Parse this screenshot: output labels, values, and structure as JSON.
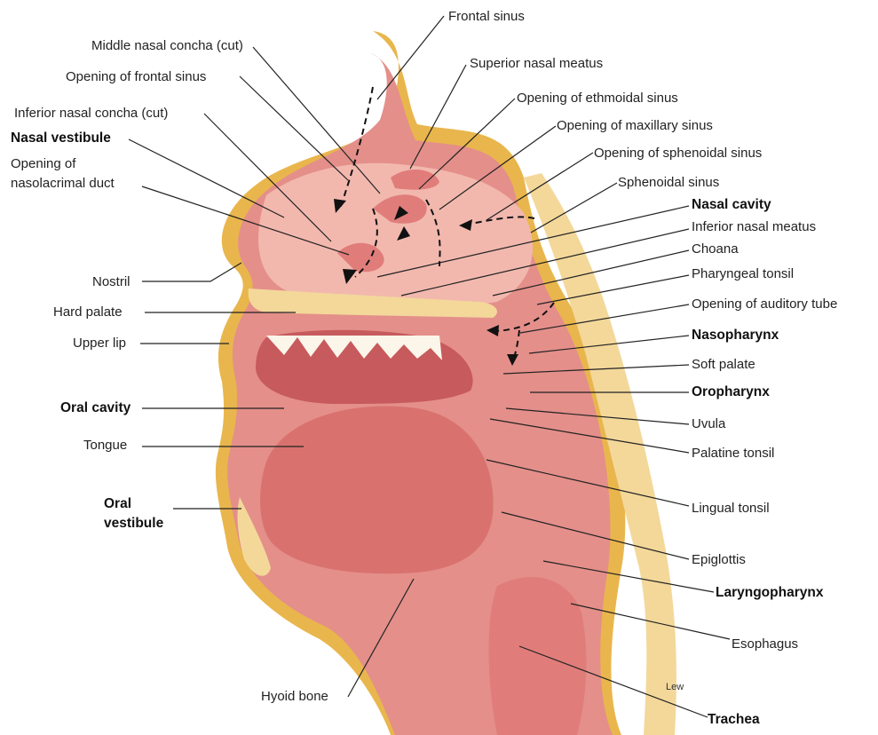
{
  "labels": {
    "frontal_sinus": "Frontal sinus",
    "middle_concha": "Middle nasal concha (cut)",
    "superior_meatus": "Superior nasal meatus",
    "opening_frontal": "Opening of frontal sinus",
    "opening_ethmoidal": "Opening of ethmoidal sinus",
    "inferior_concha": "Inferior nasal concha (cut)",
    "opening_maxillary": "Opening of maxillary sinus",
    "nasal_vestibule": "Nasal vestibule",
    "opening_sphenoidal": "Opening of sphenoidal sinus",
    "opening_nasolacrimal_1": "Opening of",
    "opening_nasolacrimal_2": "nasolacrimal duct",
    "sphenoidal_sinus": "Sphenoidal sinus",
    "nasal_cavity": "Nasal cavity",
    "inferior_meatus": "Inferior nasal meatus",
    "choana": "Choana",
    "nostril": "Nostril",
    "pharyngeal_tonsil": "Pharyngeal tonsil",
    "hard_palate": "Hard palate",
    "opening_auditory": "Opening of auditory tube",
    "upper_lip": "Upper lip",
    "nasopharynx": "Nasopharynx",
    "soft_palate": "Soft palate",
    "oral_cavity": "Oral cavity",
    "oropharynx": "Oropharynx",
    "uvula": "Uvula",
    "tongue": "Tongue",
    "palatine_tonsil": "Palatine tonsil",
    "oral_vestibule_1": "Oral",
    "oral_vestibule_2": "vestibule",
    "lingual_tonsil": "Lingual tonsil",
    "epiglottis": "Epiglottis",
    "laryngopharynx": "Laryngopharynx",
    "esophagus": "Esophagus",
    "hyoid_bone": "Hyoid bone",
    "trachea": "Trachea",
    "signature": "Lew"
  },
  "colors": {
    "tissue": "#e48f8a",
    "tissue_light": "#f2b8ae",
    "bone": "#f3d89a",
    "fat": "#e9b64d",
    "tongue": "#d9726f",
    "leader_line": "#222222"
  }
}
